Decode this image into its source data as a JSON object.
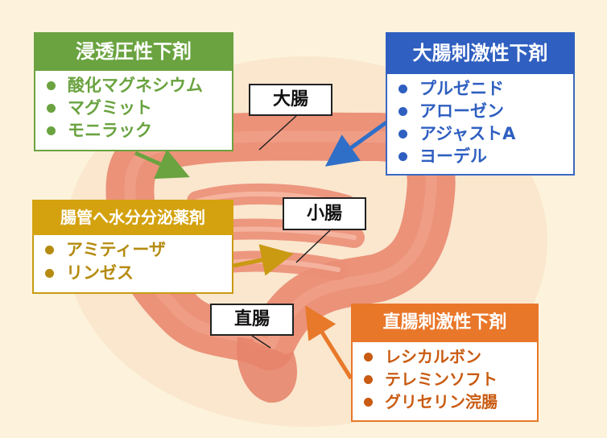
{
  "colors": {
    "background": "#fdf3dc",
    "intestine": "#e8816a",
    "osmotic": "#6aa340",
    "colon_stimulant": "#2f5fc0",
    "secretagogue": "#d4a20f",
    "rectal_stimulant": "#e9772a"
  },
  "organs": {
    "large_intestine": "大腸",
    "small_intestine": "小腸",
    "rectum": "直腸"
  },
  "categories": {
    "osmotic": {
      "title": "浸透圧性下剤",
      "items": [
        "酸化マグネシウム",
        "マグミット",
        "モニラック"
      ]
    },
    "colon_stimulant": {
      "title": "大腸刺激性下剤",
      "items": [
        "プルゼニド",
        "アローゼン",
        "アジャストA",
        "ヨーデル"
      ]
    },
    "secretagogue": {
      "title": "腸管へ水分分泌薬剤",
      "items": [
        "アミティーザ",
        "リンゼス"
      ]
    },
    "rectal_stimulant": {
      "title": "直腸刺激性下剤",
      "items": [
        "レシカルボン",
        "テレミンソフト",
        "グリセリン浣腸"
      ]
    }
  }
}
